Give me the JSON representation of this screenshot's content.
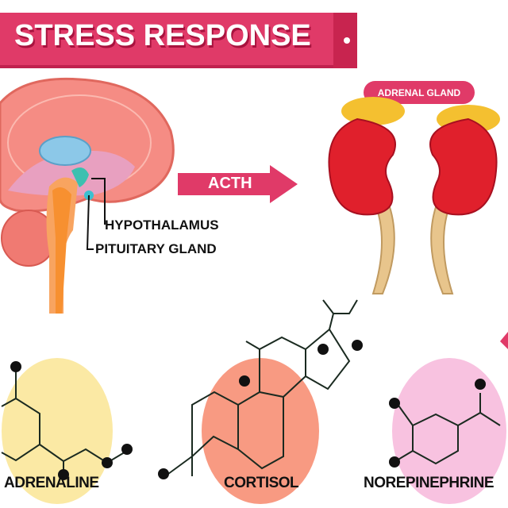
{
  "title": "STRESS RESPONSE",
  "brain": {
    "labels": [
      "HYPOTHALAMUS",
      "PITUITARY GLAND"
    ]
  },
  "arrow": {
    "label": "ACTH"
  },
  "adrenal": {
    "label": "ADRENAL GLAND"
  },
  "molecules": [
    {
      "name": "ADRENALINE",
      "color": "#fbe9a4"
    },
    {
      "name": "CORTISOL",
      "color": "#f89a82"
    },
    {
      "name": "NOREPINEPHRINE",
      "color": "#f8c2e0"
    }
  ],
  "colors": {
    "accent": "#e03a68"
  }
}
